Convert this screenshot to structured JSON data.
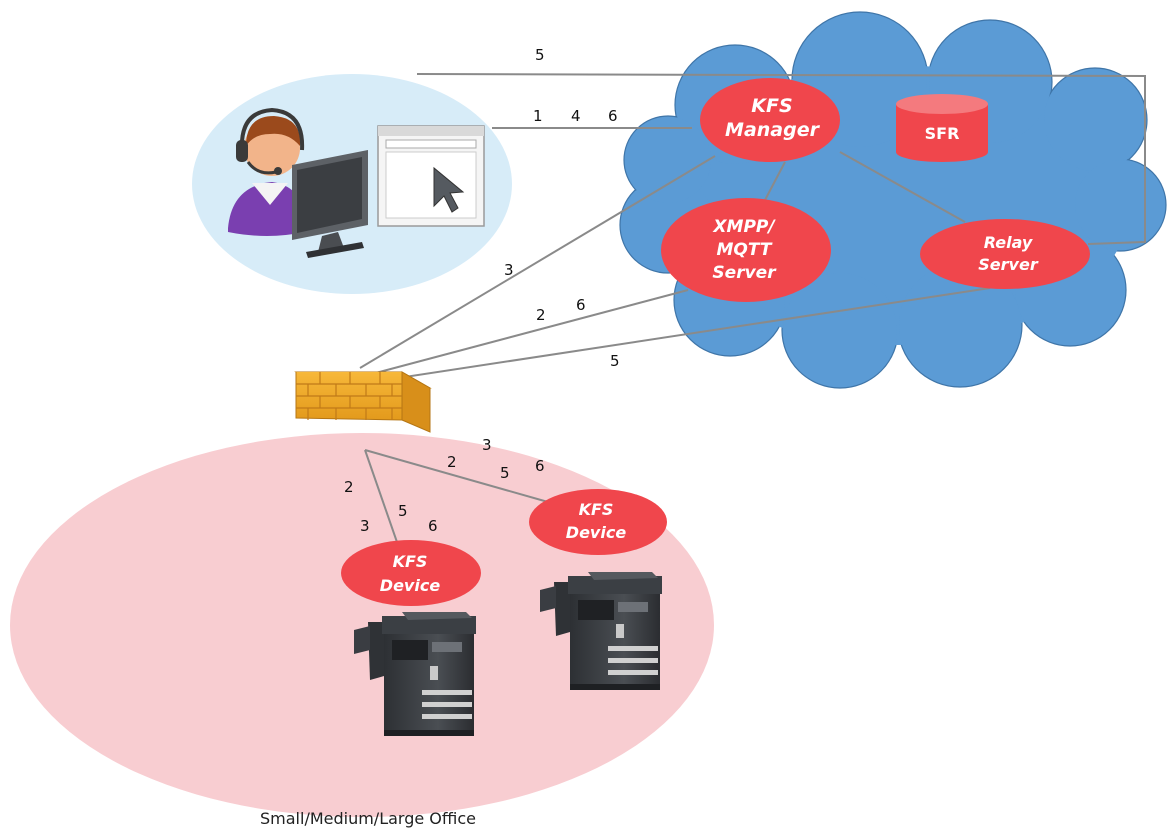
{
  "nodes": {
    "kfs_manager": [
      "KFS",
      "Manager"
    ],
    "sfr": "SFR",
    "xmpp_server": [
      "XMPP/",
      "MQTT",
      "Server"
    ],
    "relay_server": [
      "Relay",
      "Server"
    ],
    "kfs_device_left": [
      "KFS",
      "Device"
    ],
    "kfs_device_right": [
      "KFS",
      "Device"
    ]
  },
  "step_labels": {
    "top_line": "5",
    "user_1": "1",
    "user_4": "4",
    "user_6": "6",
    "fw_manager_3": "3",
    "fw_xmpp_2": "2",
    "fw_xmpp_6": "6",
    "fw_relay_5": "5",
    "dev_left_2": "2",
    "dev_left_3": "3",
    "dev_left_5": "5",
    "dev_left_6": "6",
    "dev_right_2": "2",
    "dev_right_3": "3",
    "dev_right_5": "5",
    "dev_right_6": "6"
  },
  "office_caption": "Small/Medium/Large Office",
  "colors": {
    "cloud": "#5b9bd5",
    "cloud_edge": "#3f75a8",
    "node": "#f0464c",
    "user_bubble": "#d7ecf8",
    "office": "#f8cdd1",
    "link": "#8a8a8a",
    "firewall": "#f3b63a"
  },
  "icons": [
    "user-operator-icon",
    "browser-window-icon",
    "firewall-icon",
    "printer-icon"
  ]
}
